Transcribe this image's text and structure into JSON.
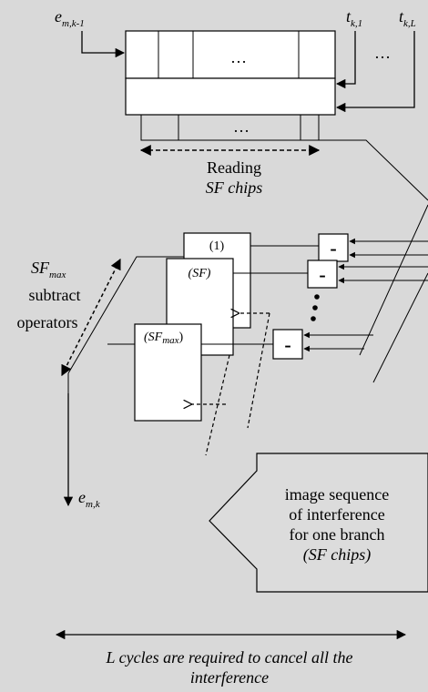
{
  "labels": {
    "e_in_main": "e",
    "e_in_sub": "m,k-1",
    "t1_main": "t",
    "t1_sub": "k,1",
    "tL_main": "t",
    "tL_sub": "k,L",
    "dots": "…",
    "reading_line1": "Reading",
    "reading_line2": "SF chips",
    "sfmax_main": "SF",
    "sfmax_sub": "max",
    "subtract": "subtract",
    "operators": "operators",
    "e_out_main": "e",
    "e_out_sub": "m,k",
    "stack_top": "(1)",
    "stack_mid": "(SF)",
    "stack_bot_main": "(SF",
    "stack_bot_sub": "max",
    "stack_bot_close": ")",
    "minus": "-",
    "sequence_line1": "image sequence",
    "sequence_line2": "of interference",
    "sequence_line3": "for one branch",
    "sequence_line4": "(SF chips)",
    "footer_line1": "L cycles are required to cancel all the",
    "footer_line2": "interference"
  }
}
